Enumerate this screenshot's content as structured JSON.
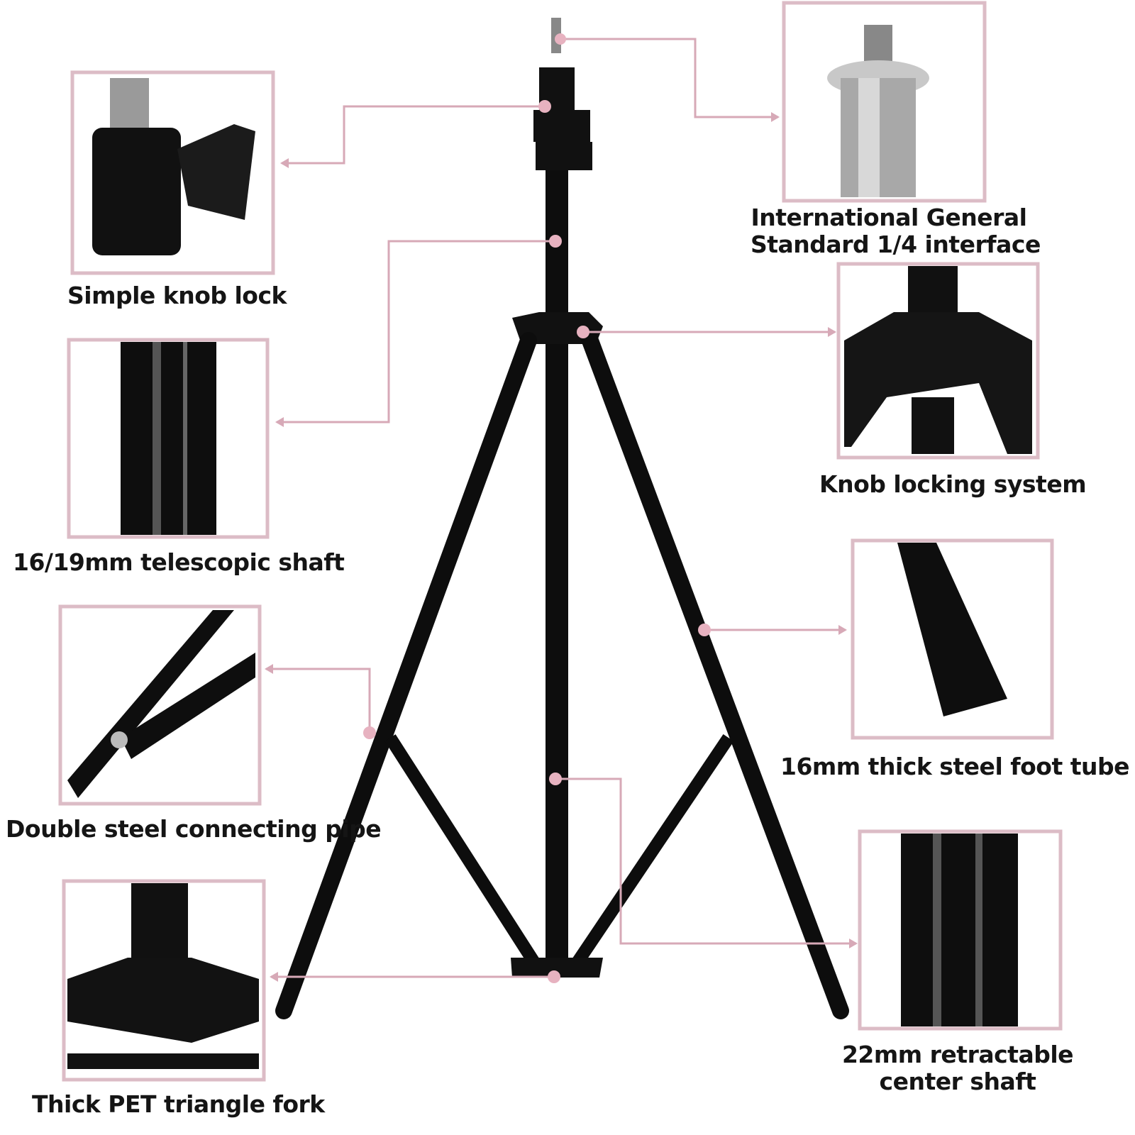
{
  "features": [
    {
      "id": "knob-lock",
      "label": "Simple knob lock"
    },
    {
      "id": "telescopic-shaft",
      "label": "16/19mm telescopic shaft"
    },
    {
      "id": "connecting-pipe",
      "label": "Double steel connecting pipe"
    },
    {
      "id": "triangle-fork",
      "label": "Thick PET triangle fork"
    },
    {
      "id": "interface",
      "label_line1": "International General",
      "label_line2": "Standard 1/4 interface"
    },
    {
      "id": "knob-locking-system",
      "label": "Knob locking system"
    },
    {
      "id": "foot-tube",
      "label": "16mm thick steel foot tube"
    },
    {
      "id": "center-shaft",
      "label_line1": "22mm retractable",
      "label_line2": "center shaft"
    }
  ],
  "colors": {
    "frame": "#dcbcc6",
    "callout": "#d7a9b7",
    "metal": "#0d0d0d",
    "background": "#ffffff"
  }
}
